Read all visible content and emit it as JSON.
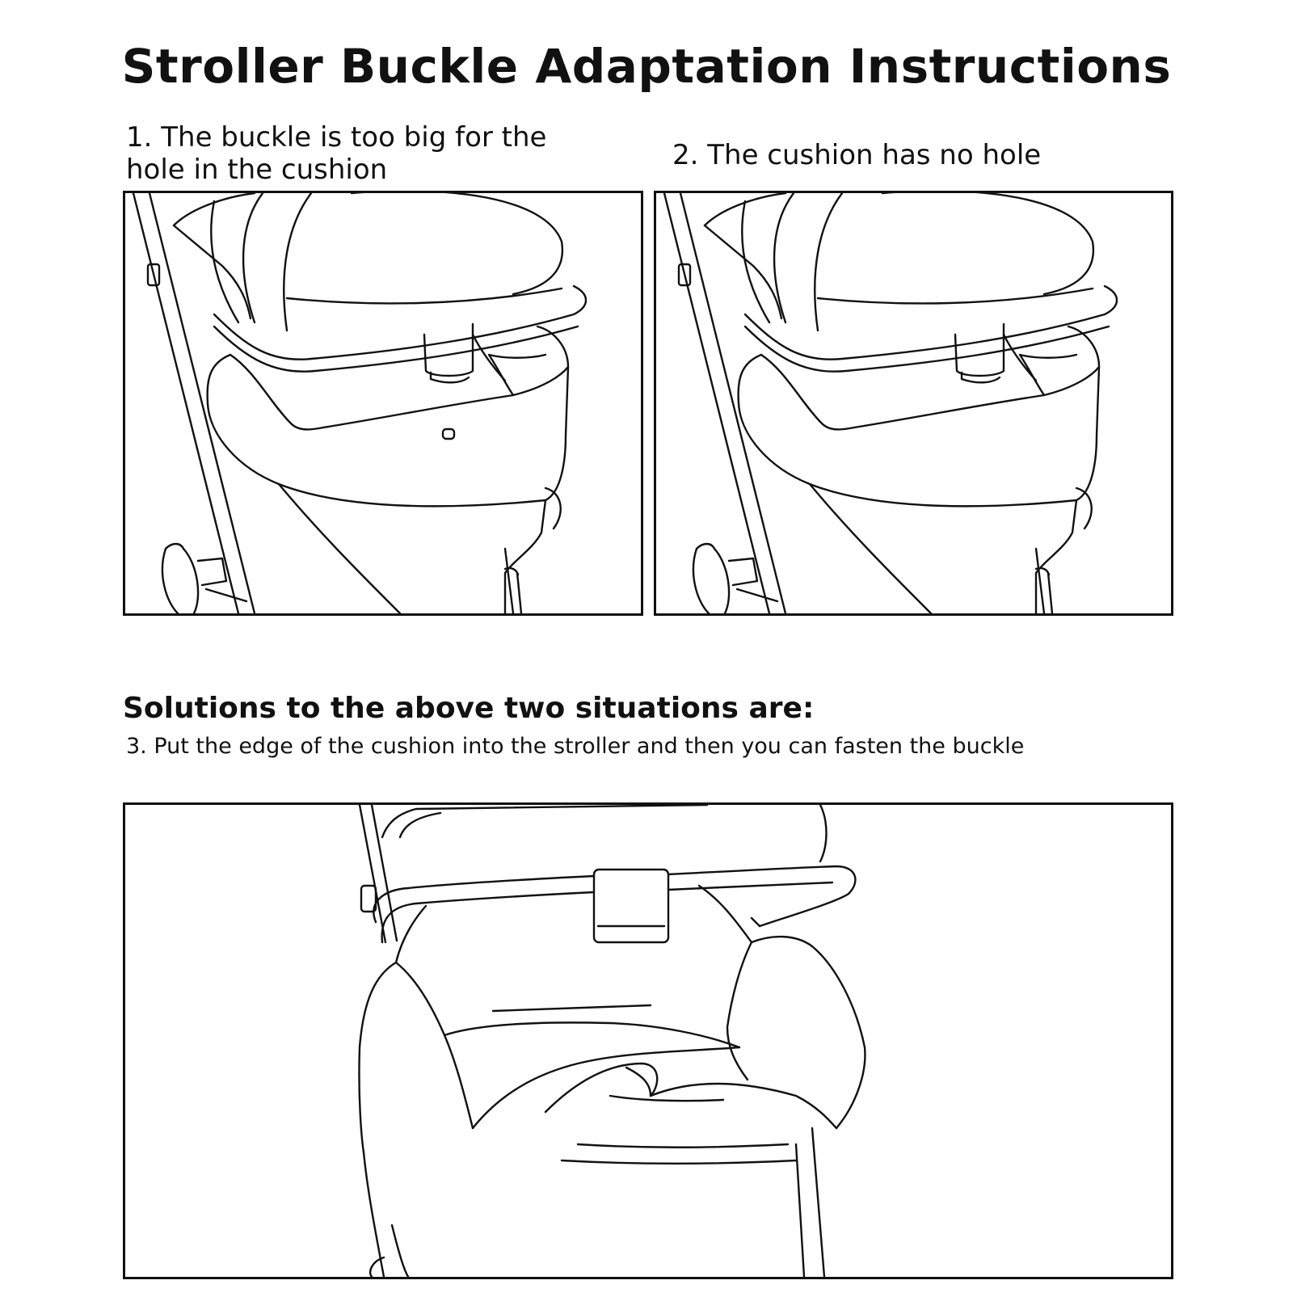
{
  "title": "Stroller Buckle Adaptation Instructions",
  "situations": [
    {
      "caption": "1. The buckle is too big for the hole in the cushion"
    },
    {
      "caption": "2. The cushion has no hole"
    }
  ],
  "solutions": {
    "heading": "Solutions to the above two situations are:",
    "step3": "3. Put the edge of the cushion into the stroller and then you can fasten the buckle"
  }
}
